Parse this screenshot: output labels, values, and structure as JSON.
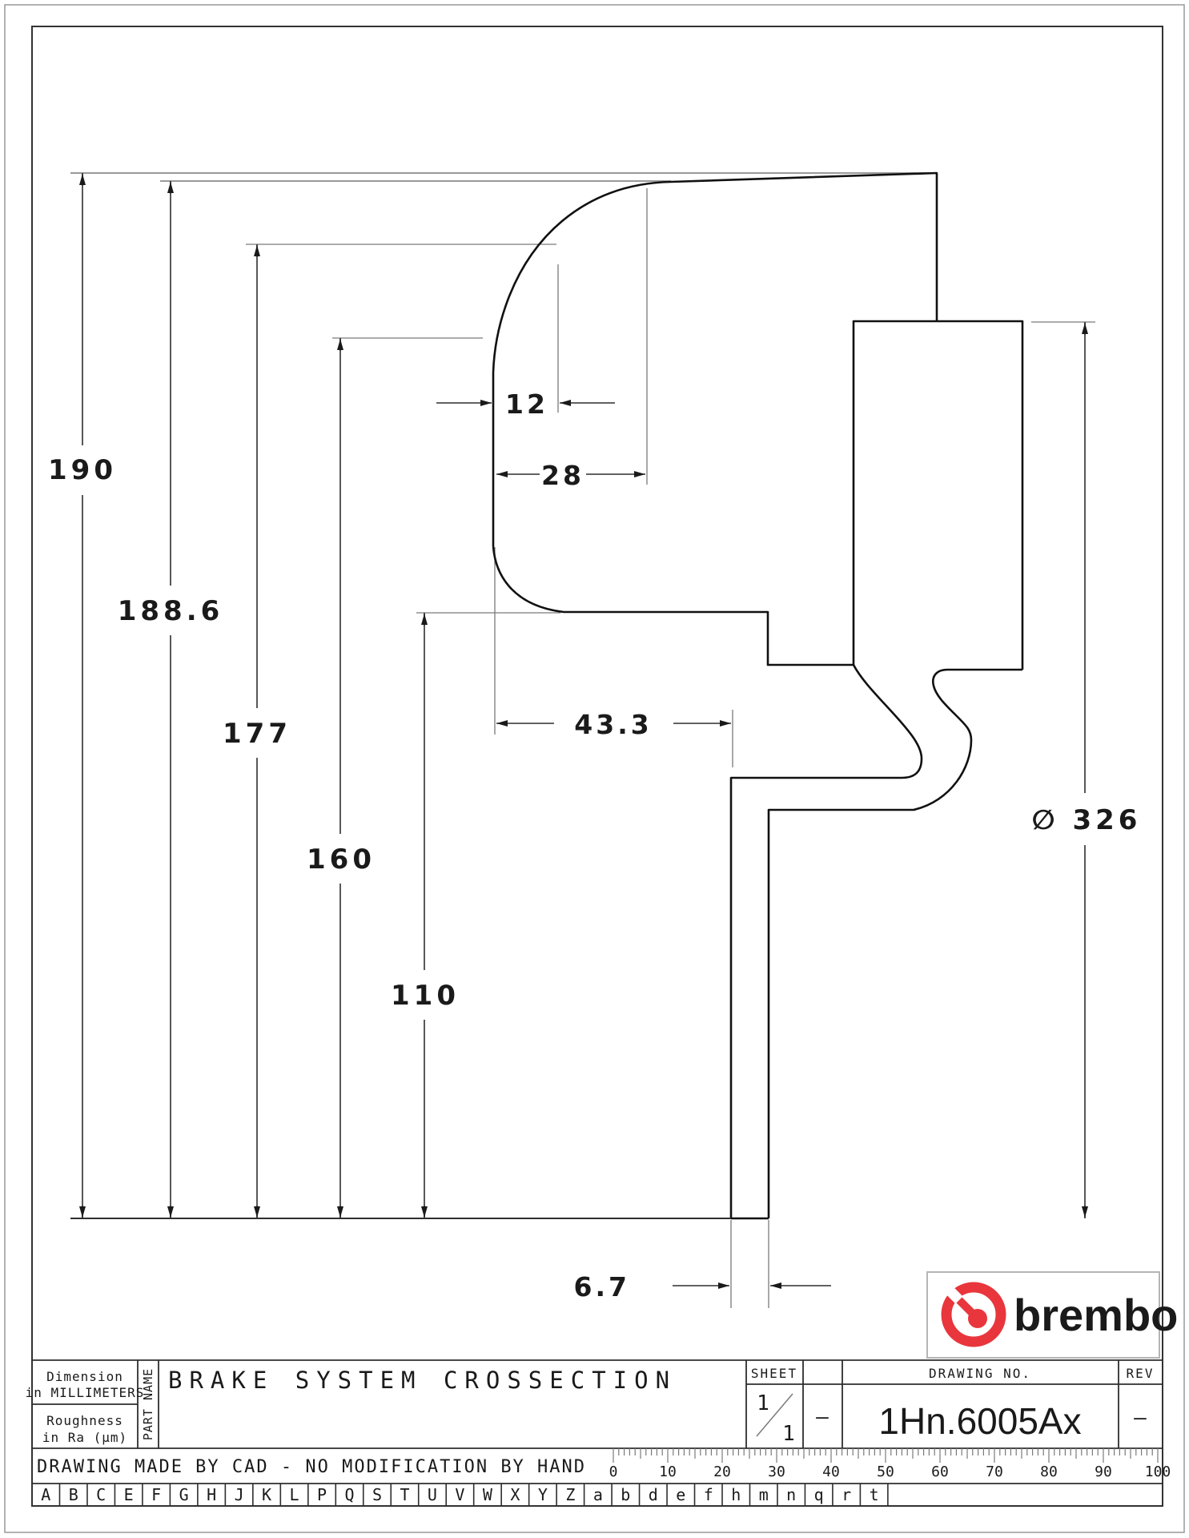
{
  "page": {
    "background": "#ffffff",
    "brand_red": "#e8363c",
    "line_color": "#1a1a1a"
  },
  "drawing": {
    "dims_vertical": [
      {
        "label": "190"
      },
      {
        "label": "188.6"
      },
      {
        "label": "177"
      },
      {
        "label": "160"
      },
      {
        "label": "110"
      }
    ],
    "diameter": {
      "label": "∅ 326"
    },
    "dims_horizontal": [
      {
        "label": "12"
      },
      {
        "label": "28"
      },
      {
        "label": "43.3"
      },
      {
        "label": "6.7"
      }
    ]
  },
  "logo": {
    "text": "brembo",
    "color": "#e8363c"
  },
  "titleblock": {
    "dimension_note_line1": "Dimension",
    "dimension_note_line2": "in MILLIMETERS",
    "roughness_line1": "Roughness",
    "roughness_line2": "in Ra (µm)",
    "part_name_label": "PART NAME",
    "title": "BRAKE SYSTEM CROSSECTION",
    "sheet_label": "SHEET",
    "sheet_numerator": "1",
    "sheet_denominator": "1",
    "dash_cell": "—",
    "drawing_no_label": "DRAWING NO.",
    "drawing_no": "1Hn.6005Ax",
    "rev_label": "REV",
    "rev_value": "—",
    "footer_note": "DRAWING MADE BY CAD - NO MODIFICATION BY HAND",
    "ruler_labels": [
      "0",
      "10",
      "20",
      "30",
      "40",
      "50",
      "60",
      "70",
      "80",
      "90",
      "100"
    ],
    "letters": [
      "A",
      "B",
      "C",
      "E",
      "F",
      "G",
      "H",
      "J",
      "K",
      "L",
      "P",
      "Q",
      "S",
      "T",
      "U",
      "V",
      "W",
      "X",
      "Y",
      "Z",
      "a",
      "b",
      "d",
      "e",
      "f",
      "h",
      "m",
      "n",
      "q",
      "r",
      "t"
    ]
  }
}
